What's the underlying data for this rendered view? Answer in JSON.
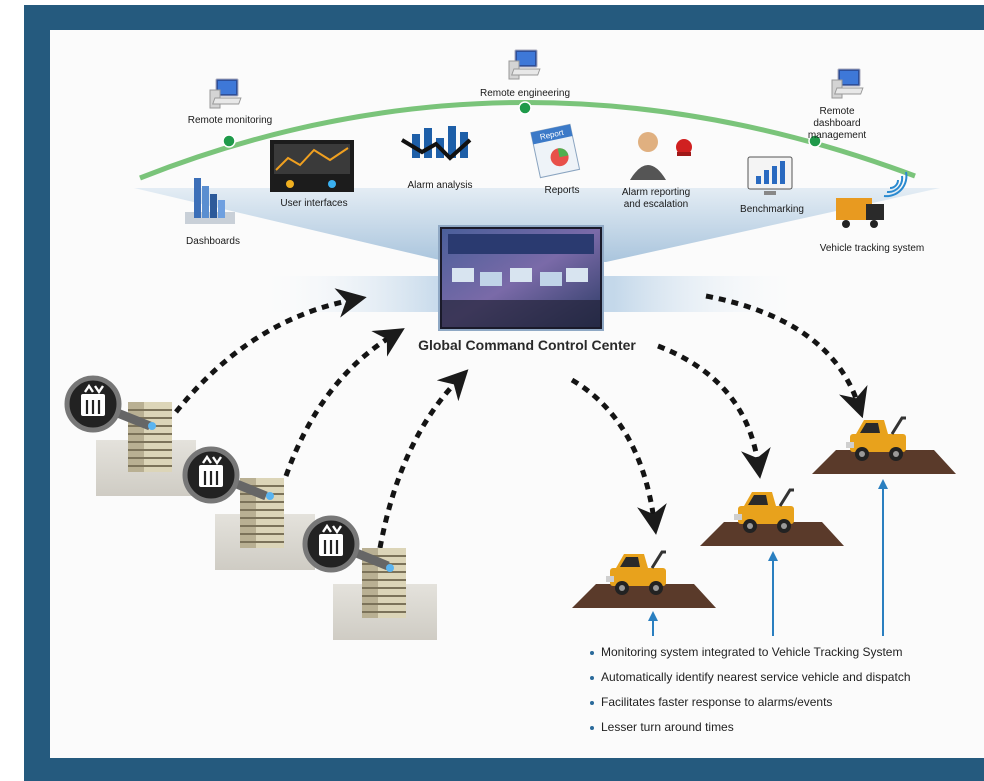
{
  "diagram": {
    "center_label": "Global Command Control Center",
    "arc_labels": [
      "Remote monitoring",
      "Remote engineering",
      "Remote dashboard management"
    ],
    "feature_labels": [
      "Dashboards",
      "User interfaces",
      "Alarm analysis",
      "Reports",
      "Alarm reporting and escalation",
      "Benchmarking",
      "Vehicle tracking system"
    ],
    "report_icon_text": "Report",
    "bullets": [
      "Monitoring system integrated to Vehicle Tracking System",
      "Automatically identify nearest service vehicle and dispatch",
      "Facilitates faster response to alarms/events",
      "Lesser turn around times"
    ]
  },
  "colors": {
    "frame": "#255a7e",
    "arc": "#7ac47a",
    "node": "#1f9a4a",
    "arrow_up": "#2a7fc0",
    "truck": "#e8a21c",
    "platform": "#5a3a2a"
  },
  "icons": [
    "computer-icon",
    "dashboard-chart-icon",
    "screen-icon",
    "alarm-analysis-icon",
    "report-icon",
    "person-alarm-icon",
    "benchmark-icon",
    "truck-icon",
    "signal-icon",
    "building-icon",
    "elevator-icon",
    "tow-truck-icon"
  ]
}
